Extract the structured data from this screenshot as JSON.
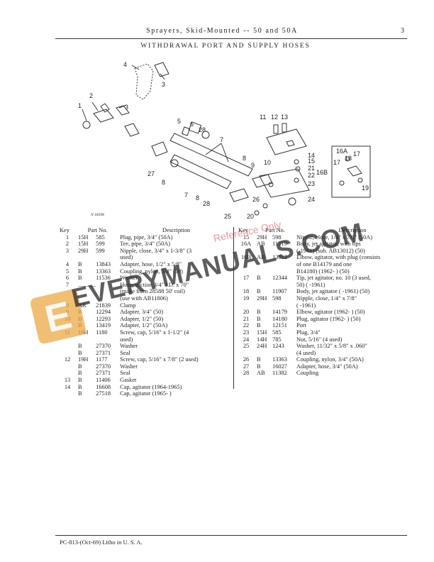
{
  "header": {
    "title": "Sprayers, Skid-Mounted -- 50 and 50A",
    "page_number": "3"
  },
  "section_title": "WITHDRAWAL PORT AND SUPPLY HOSES",
  "figure_id": "N 18598",
  "callouts": [
    "1",
    "2",
    "3",
    "3",
    "4",
    "5",
    "6",
    "7",
    "7",
    "8",
    "8",
    "8",
    "9",
    "10",
    "11",
    "12",
    "13",
    "14",
    "15",
    "16A",
    "16B",
    "17",
    "17",
    "18",
    "19",
    "20",
    "21",
    "22",
    "23",
    "24",
    "25",
    "26",
    "27",
    "28",
    "28"
  ],
  "table_headers": {
    "key": "Key",
    "part_no": "Part No.",
    "description": "Description"
  },
  "left_rows": [
    {
      "key": "1",
      "pre": "15H",
      "num": "585",
      "desc": "Plug, pipe, 3/4\" (50A)"
    },
    {
      "key": "2",
      "pre": "15H",
      "num": "599",
      "desc": "Tee, pipe, 3/4\" (50A)"
    },
    {
      "key": "3",
      "pre": "29H",
      "num": "599",
      "desc": "Nipple, close, 3/4\" x 1-3/8\" (3"
    },
    {
      "key": "",
      "pre": "",
      "num": "",
      "desc": "used)"
    },
    {
      "key": "4",
      "pre": "B",
      "num": "13843",
      "desc": "Adapter, hose, 1/2\" x 5/8\""
    },
    {
      "key": "5",
      "pre": "B",
      "num": "13363",
      "desc": "Coupling, nylon, 3/4\" (50)"
    },
    {
      "key": "6",
      "pre": "B",
      "num": "11536",
      "desc": "Washer"
    },
    {
      "key": "7",
      "pre": "............",
      "num": "",
      "desc": "Hose, suction 3/4\" I.D. x 70\""
    },
    {
      "key": "",
      "pre": "",
      "num": "",
      "desc": "(make from 28588 50' coil)"
    },
    {
      "key": "",
      "pre": "",
      "num": "",
      "desc": "(use with AB11806)"
    },
    {
      "key": "8",
      "pre": "AR",
      "num": "21839",
      "desc": "Clamp"
    },
    {
      "key": "9",
      "pre": "B",
      "num": "12294",
      "desc": "Adapter, 3/4\" (50)"
    },
    {
      "key": "10",
      "pre": "B",
      "num": "12293",
      "desc": "Adapter, 1/2\" (50)"
    },
    {
      "key": "",
      "pre": "B",
      "num": "13419",
      "desc": "Adapter, 1/2\" (50A)"
    },
    {
      "key": "11",
      "pre": "19H",
      "num": "1180",
      "desc": "Screw, cap, 5/16\" x 1-1/2\" (4"
    },
    {
      "key": "",
      "pre": "",
      "num": "",
      "desc": "used)"
    },
    {
      "key": "",
      "pre": "B",
      "num": "27370",
      "desc": "Washer"
    },
    {
      "key": "",
      "pre": "B",
      "num": "27371",
      "desc": "Seal"
    },
    {
      "key": "12",
      "pre": "19H",
      "num": "1177",
      "desc": "Screw, cap, 5/16\" x 7/8\" (2 used)"
    },
    {
      "key": "",
      "pre": "B",
      "num": "27370",
      "desc": "Washer"
    },
    {
      "key": "",
      "pre": "B",
      "num": "27371",
      "desc": "Seal"
    },
    {
      "key": "13",
      "pre": "B",
      "num": "11406",
      "desc": "Gasket"
    },
    {
      "key": "14",
      "pre": "B",
      "num": "16608",
      "desc": "Cap, agitator (1964-1965)"
    },
    {
      "key": "",
      "pre": "B",
      "num": "27518",
      "desc": "Cap, agitator (1965-      )"
    }
  ],
  "right_rows": [
    {
      "key": "15",
      "pre": "29H",
      "num": "598",
      "desc": "Nipple, close, 1/4\" x 7/8\" (50A)"
    },
    {
      "key": "16A",
      "pre": "AB",
      "num": "11519",
      "desc": "Body, jet agitator, with tips"
    },
    {
      "key": "",
      "pre": "",
      "num": "",
      "desc": "(-1961) (sub. AB13012) (50)"
    },
    {
      "key": "16B",
      "pre": "AB",
      "num": "13012",
      "desc": "Elbow, agitator, with plug (consists"
    },
    {
      "key": "",
      "pre": "",
      "num": "",
      "desc": "of one B14179 and one"
    },
    {
      "key": "",
      "pre": "",
      "num": "",
      "desc": "B14180) (1962-      ) (50)"
    },
    {
      "key": "17",
      "pre": "B",
      "num": "12344",
      "desc": "Tip, jet agitator, no. 10 (3 used,"
    },
    {
      "key": "",
      "pre": "",
      "num": "",
      "desc": "50) (       -1961)"
    },
    {
      "key": "18",
      "pre": "B",
      "num": "11907",
      "desc": "Body, jet agitator (       -1961) (50)"
    },
    {
      "key": "19",
      "pre": "29H",
      "num": "598",
      "desc": "Nipple, close, 1/4\" x 7/8\""
    },
    {
      "key": "",
      "pre": "",
      "num": "",
      "desc": "(       -1961)"
    },
    {
      "key": "20",
      "pre": "B",
      "num": "14179",
      "desc": "Elbow, agitator (1962-      ) (50)"
    },
    {
      "key": "21",
      "pre": "B",
      "num": "14180",
      "desc": "Plug, agitator (1962-      ) (50)"
    },
    {
      "key": "22",
      "pre": "B",
      "num": "12151",
      "desc": "Port"
    },
    {
      "key": "23",
      "pre": "15H",
      "num": "585",
      "desc": "Plug, 3/4\""
    },
    {
      "key": "24",
      "pre": "14H",
      "num": "785",
      "desc": "Nut, 5/16\" (4 used)"
    },
    {
      "key": "25",
      "pre": "24H",
      "num": "1243",
      "desc": "Washer, 11/32\" x 5/8\" x .060\""
    },
    {
      "key": "",
      "pre": "",
      "num": "",
      "desc": "(4 used)"
    },
    {
      "key": "26",
      "pre": "B",
      "num": "13363",
      "desc": "Coupling, nylon, 3/4\" (50A)"
    },
    {
      "key": "27",
      "pre": "B",
      "num": "16027",
      "desc": "Adapter, hose, 3/4\" (50A)"
    },
    {
      "key": "28",
      "pre": "AB",
      "num": "11382",
      "desc": "Coupling"
    }
  ],
  "footer": "PC-813-(Oct-69)  Litho in U. S. A.",
  "watermark": {
    "text": "EVERYMANUALS.COM",
    "ref": "Reference Only"
  }
}
